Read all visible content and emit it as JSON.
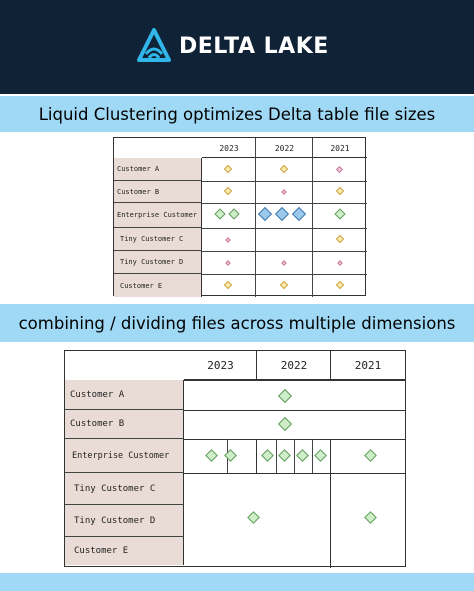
{
  "header": {
    "brand": "DELTA LAKE"
  },
  "band1": {
    "text": "Liquid Clustering optimizes Delta table file sizes"
  },
  "band2": {
    "text": "combining / dividing files across multiple dimensions"
  },
  "colors": {
    "header_bg": "#0f2236",
    "band_bg": "#9fd9f5",
    "row_label_bg": "#e9dcd6",
    "diamond_yellow": "#fde9a8",
    "diamond_pink": "#f7c9dc",
    "diamond_green": "#cdeec9",
    "diamond_blue": "#9cc8ec"
  },
  "table1": {
    "years": [
      "2023",
      "2022",
      "2021"
    ],
    "rows": [
      "Customer A",
      "Customer B",
      "Enterprise Customer",
      "Tiny Customer C",
      "Tiny Customer D",
      "Customer E"
    ]
  },
  "table2": {
    "years": [
      "2023",
      "2022",
      "2021"
    ],
    "rows": [
      "Customer A",
      "Customer B",
      "Enterprise Customer",
      "Tiny Customer C",
      "Tiny Customer D",
      "Customer E"
    ]
  }
}
